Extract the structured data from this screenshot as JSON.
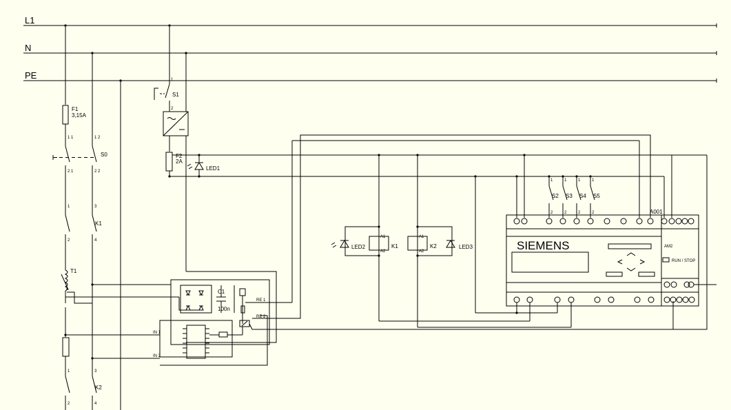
{
  "buses": {
    "l1": "L1",
    "n": "N",
    "pe": "PE"
  },
  "components": {
    "f1_name": "F1",
    "f1_value": "3,15A",
    "s0": "S0",
    "s1": "S1",
    "k1": "K1",
    "k2": "K2",
    "t1": "T1",
    "f2_name": "F2",
    "f2_value": "2A",
    "led1": "LED1",
    "led2": "LED2",
    "led3": "LED3",
    "c1_name": "C1",
    "c1_value": "100n",
    "s2": "S2",
    "s3": "S3",
    "s4": "S4",
    "s5": "S5",
    "a001": "A001"
  },
  "plc": {
    "brand": "SIEMENS",
    "model": "AM2",
    "run_stop": "RUN / STOP"
  },
  "pins": {
    "a1": "A1",
    "a2": "A2",
    "p1": "1",
    "p2": "2",
    "p3": "3",
    "p4": "4",
    "p11": "1 1",
    "p12": "1 2",
    "p21": "2 1",
    "p22": "2 2"
  },
  "colors": {
    "background": "#fffff0",
    "line": "#000000"
  }
}
